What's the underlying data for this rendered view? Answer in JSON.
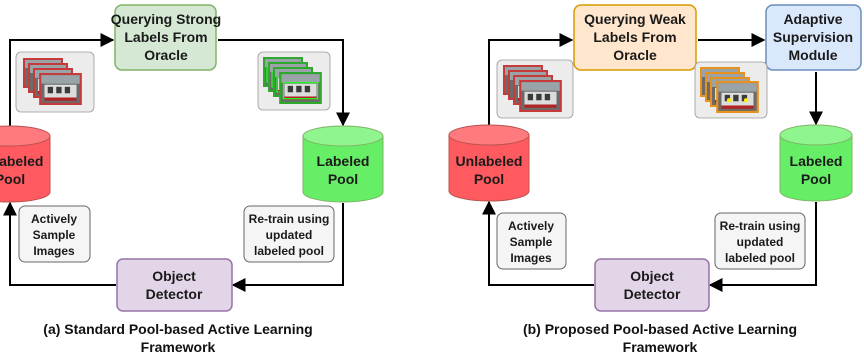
{
  "colors": {
    "oracle_strong_fill": "#d5e8d4",
    "oracle_strong_stroke": "#82b366",
    "oracle_weak_fill": "#ffe6cc",
    "oracle_weak_stroke": "#d79b00",
    "adaptive_fill": "#dae8fc",
    "adaptive_stroke": "#6c8ebf",
    "detector_fill": "#e1d5e7",
    "detector_stroke": "#9673a6",
    "unlabeled_pool": "#ff5a5f",
    "labeled_pool": "#66ee66",
    "note_fill": "#f5f5f5",
    "note_stroke": "#666666"
  },
  "panel_a": {
    "caption_line1": "(a) Standard Pool-based Active Learning",
    "caption_line2": "Framework",
    "oracle_line1": "Querying Strong",
    "oracle_line2": "Labels From",
    "oracle_line3": "Oracle",
    "unlabeled_line1": "Unlabeled",
    "unlabeled_line2": "Pool",
    "labeled_line1": "Labeled",
    "labeled_line2": "Pool",
    "detector_line1": "Object",
    "detector_line2": "Detector",
    "sample_line1": "Actively",
    "sample_line2": "Sample",
    "sample_line3": "Images",
    "retrain_line1": "Re-train using",
    "retrain_line2": "updated",
    "retrain_line3": "labeled pool"
  },
  "panel_b": {
    "caption_line1": "(b) Proposed Pool-based Active Learning",
    "caption_line2": "Framework",
    "oracle_line1": "Querying Weak",
    "oracle_line2": "Labels From",
    "oracle_line3": "Oracle",
    "adaptive_line1": "Adaptive",
    "adaptive_line2": "Supervision",
    "adaptive_line3": "Module",
    "unlabeled_line1": "Unlabeled",
    "unlabeled_line2": "Pool",
    "labeled_line1": "Labeled",
    "labeled_line2": "Pool",
    "detector_line1": "Object",
    "detector_line2": "Detector",
    "sample_line1": "Actively",
    "sample_line2": "Sample",
    "sample_line3": "Images",
    "retrain_line1": "Re-train using",
    "retrain_line2": "updated",
    "retrain_line3": "labeled pool"
  }
}
